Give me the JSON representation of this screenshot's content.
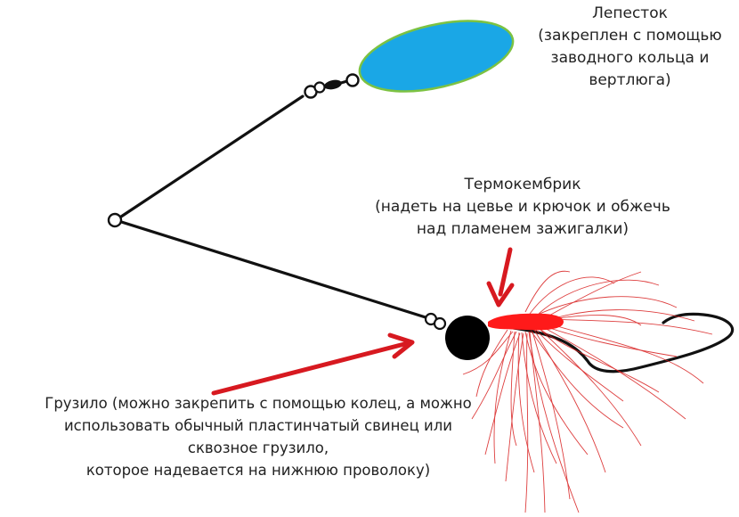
{
  "colors": {
    "wire": "#111111",
    "petal_fill": "#1aa7e6",
    "petal_edge": "#7cc242",
    "weight": "#000000",
    "tube": "#ff1a1a",
    "skirt": "#d81d1d",
    "arrow": "#d71920",
    "ring_fill": "#ffffff"
  },
  "labels": {
    "petal": {
      "line1": "Лепесток",
      "line2": "(закреплен с помощью",
      "line3": "заводного кольца и",
      "line4": "вертлюга)"
    },
    "tube": {
      "line1": "Термокембрик",
      "line2": "(надеть на цевье и крючок и обжечь",
      "line3": "над пламенем зажигалки)"
    },
    "weight": {
      "line1": "Грузило (можно закрепить с помощью колец, а можно",
      "line2": "использовать обычный пластинчатый свинец или",
      "line3": "сквозное грузило,",
      "line4": "которое надевается на нижнюю проволоку)"
    }
  }
}
